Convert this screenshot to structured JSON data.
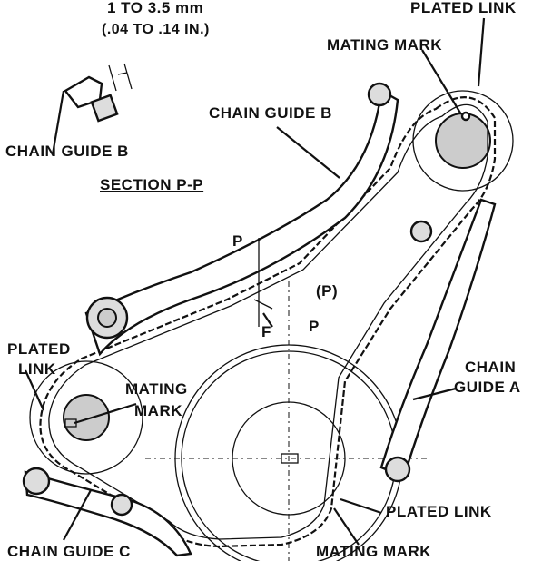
{
  "labels": {
    "clearance_line1": "1 TO 3.5 mm",
    "clearance_line2": "(.04 TO .14 IN.)",
    "chain_guide_b_small": "CHAIN GUIDE B",
    "section": "SECTION P-P",
    "chain_guide_b": "CHAIN GUIDE B",
    "plated_link_top": "PLATED LINK",
    "mating_mark_top": "MATING MARK",
    "p_marker": "P",
    "p_paren": "(P)",
    "f_marker": "F",
    "p_arrow": "P",
    "plated_link_left_1": "PLATED",
    "plated_link_left_2": "LINK",
    "mating_mark_left_1": "MATING",
    "mating_mark_left_2": "MARK",
    "chain_guide_a_1": "CHAIN",
    "chain_guide_a_2": "GUIDE A",
    "plated_link_bottom": "PLATED LINK",
    "chain_guide_c": "CHAIN GUIDE C",
    "mating_mark_bottom": "MATING MARK"
  }
}
